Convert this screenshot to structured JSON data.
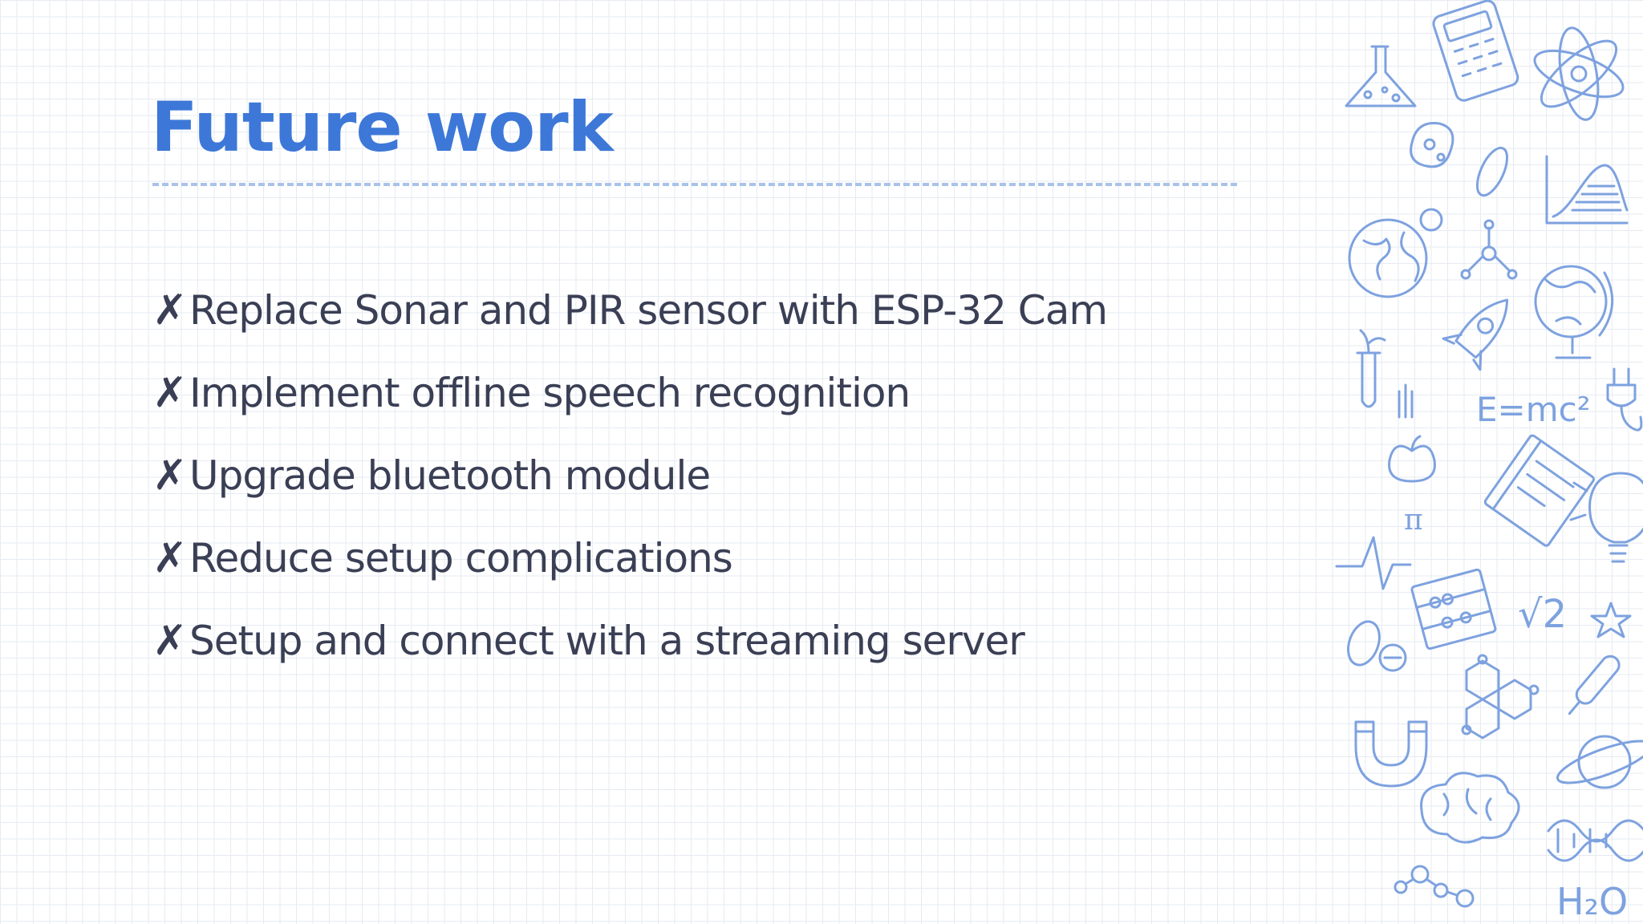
{
  "slide": {
    "title": "Future work",
    "bullet_symbol": "✗",
    "bullets": [
      "Replace Sonar and PIR sensor with ESP-32 Cam",
      "Implement offline speech recognition",
      "Upgrade bluetooth module",
      "Reduce setup complications",
      "Setup and connect with a streaming server"
    ]
  },
  "doodles": {
    "formula_emc2": "E=mc²",
    "formula_sqrt2": "√2",
    "formula_h2o": "H₂O",
    "formula_pi": "π"
  },
  "colors": {
    "title": "#3d78d8",
    "body_text": "#3a3f55",
    "rule": "#a9c2ea",
    "doodle_stroke": "#7ea2df",
    "grid": "#e6ebf2"
  }
}
